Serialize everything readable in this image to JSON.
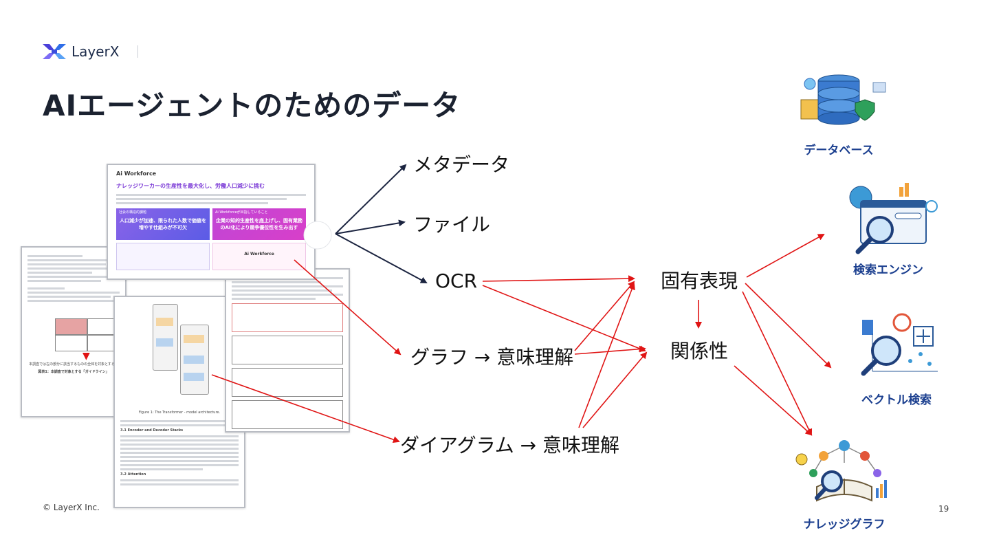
{
  "brand": {
    "name": "LayerX"
  },
  "slide": {
    "title": "AIエージェントのためのデータ",
    "footer": "© LayerX Inc.",
    "page": "19"
  },
  "doc_front": {
    "header": "Ai Workforce",
    "headline": "ナレッジワーカーの生産性を最大化し、労働人口減少に挑む",
    "panel_left_tag": "社会の構造的課題",
    "panel_left": "人口減少が加速、限られた人数で価値を増やす仕組みが不可欠",
    "panel_right_tag": "Ai Workforceが目指していること",
    "panel_right": "企業の知的生産性を底上げし、固有業務のAI化により競争優位性を生み出す",
    "footer_logo": "Ai Workforce"
  },
  "doc_left": {
    "caption_note": "本調査では左の部分に該当するものの全体を対象とする。",
    "fig_caption": "図表1：本調査で対象とする「ガイドライン」"
  },
  "doc_mid": {
    "fig_caption": "Figure 1: The Transformer - model architecture.",
    "section1": "3.1 Encoder and Decoder Stacks",
    "section2": "3.2 Attention"
  },
  "labels": {
    "metadata": "メタデータ",
    "file": "ファイル",
    "ocr": "OCR",
    "graph": "グラフ → 意味理解",
    "diagram": "ダイアグラム → 意味理解",
    "ner": "固有表現",
    "relation": "関係性"
  },
  "icons": [
    {
      "label": "データベース",
      "icon": "database-icon"
    },
    {
      "label": "検索エンジン",
      "icon": "search-engine-icon"
    },
    {
      "label": "ベクトル検索",
      "icon": "vector-search-icon"
    },
    {
      "label": "ナレッジグラフ",
      "icon": "knowledge-graph-icon"
    }
  ],
  "colors": {
    "arrow_red": "#e01414",
    "arrow_dark": "#1b2440",
    "title": "#1b2230",
    "icon_label": "#1b3f8f"
  }
}
